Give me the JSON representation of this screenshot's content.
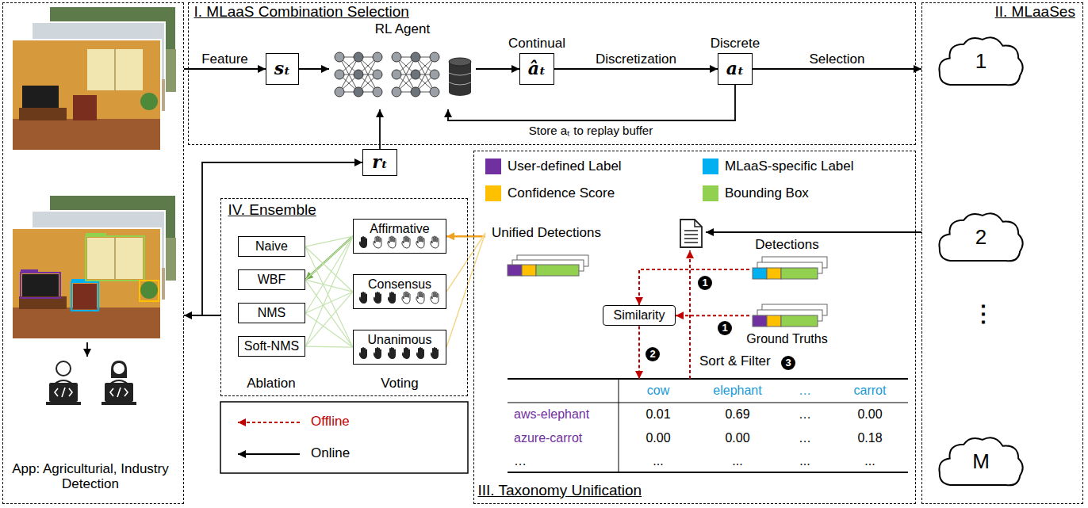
{
  "diagram": {
    "nodes": [
      {
        "text": [
          "App: Agriculturial, Industry Detection"
        ]
      },
      {
        "text": [
          "I. MLaaS Combination Selection"
        ]
      },
      {
        "text": [
          "sₜ"
        ],
        "in": 1
      },
      {
        "text": [
          "RL Agent"
        ],
        "in": 1
      },
      {
        "text": [
          "Continual",
          "âₜ"
        ],
        "in": 1
      },
      {
        "text": [
          "Discrete",
          "aₜ"
        ],
        "in": 1
      },
      {
        "text": [
          "II. MLaaSes"
        ]
      },
      {
        "text": [
          "1"
        ],
        "in": 6
      },
      {
        "text": [
          "2"
        ],
        "in": 6
      },
      {
        "text": [
          "M"
        ],
        "in": 6
      },
      {
        "text": [
          "rₜ"
        ]
      },
      {
        "text": [
          "IV. Ensemble"
        ]
      },
      {
        "text": [
          "Naive"
        ],
        "in": 11
      },
      {
        "text": [
          "WBF"
        ],
        "in": 11
      },
      {
        "text": [
          "NMS"
        ],
        "in": 11
      },
      {
        "text": [
          "Soft-NMS"
        ],
        "in": 11
      },
      {
        "text": [
          "Affirmative"
        ],
        "in": 11
      },
      {
        "text": [
          "Consensus"
        ],
        "in": 11
      },
      {
        "text": [
          "Unanimous"
        ],
        "in": 11
      },
      {
        "text": [
          "III. Taxonomy Unification"
        ]
      },
      {
        "text": [
          "Unified Detections"
        ],
        "in": 19
      },
      {
        "text": [
          "Detections"
        ],
        "in": 19
      },
      {
        "text": [
          "Similarity"
        ],
        "in": 19
      },
      {
        "text": [
          "Ground Truths"
        ],
        "in": 19
      },
      {
        "text": [
          "cow",
          "elephant",
          "…",
          "carrot",
          "aws-elephant",
          "0.01",
          "0.69",
          "…",
          "0.00",
          "azure-carrot",
          "0.00",
          "0.00",
          "…",
          "0.18",
          "…",
          "...",
          "...",
          "...",
          "..."
        ],
        "in": 19
      }
    ],
    "edges": [
      {
        "from": 0,
        "to": 2,
        "arrow": "to",
        "label": "Feature"
      },
      {
        "from": 2,
        "to": 3,
        "arrow": "to"
      },
      {
        "from": 3,
        "to": 4,
        "arrow": "to"
      },
      {
        "from": 4,
        "to": 5,
        "arrow": "to",
        "label": "Discretization"
      },
      {
        "from": 5,
        "to": 6,
        "arrow": "to",
        "label": "Selection"
      },
      {
        "from": 5,
        "to": 3,
        "arrow": "to",
        "label": "Store aₜ to replay buffer"
      },
      {
        "from": 11,
        "to": 0,
        "arrow": "to"
      },
      {
        "from": 11,
        "to": 10,
        "arrow": "to"
      },
      {
        "from": 10,
        "to": 3,
        "arrow": "to"
      },
      {
        "from": 6,
        "to": 20,
        "arrow": "to"
      },
      {
        "from": 20,
        "to": 16,
        "arrow": "to"
      },
      {
        "from": 20,
        "to": 17,
        "arrow": "none"
      },
      {
        "from": 20,
        "to": 18,
        "arrow": "none"
      },
      {
        "from": 16,
        "to": 13,
        "arrow": "to"
      },
      {
        "from": 16,
        "to": 12,
        "arrow": "none"
      },
      {
        "from": 16,
        "to": 13,
        "arrow": "none"
      },
      {
        "from": 16,
        "to": 14,
        "arrow": "none"
      },
      {
        "from": 16,
        "to": 15,
        "arrow": "none"
      },
      {
        "from": 17,
        "to": 12,
        "arrow": "none"
      },
      {
        "from": 17,
        "to": 13,
        "arrow": "none"
      },
      {
        "from": 17,
        "to": 14,
        "arrow": "none"
      },
      {
        "from": 17,
        "to": 15,
        "arrow": "none"
      },
      {
        "from": 18,
        "to": 12,
        "arrow": "none"
      },
      {
        "from": 18,
        "to": 13,
        "arrow": "none"
      },
      {
        "from": 18,
        "to": 14,
        "arrow": "none"
      },
      {
        "from": 18,
        "to": 15,
        "arrow": "none"
      },
      {
        "from": 21,
        "to": 22,
        "arrow": "to"
      },
      {
        "from": 23,
        "to": 22,
        "arrow": "to"
      },
      {
        "from": 22,
        "to": 24,
        "arrow": "to"
      },
      {
        "from": 24,
        "to": 20,
        "arrow": "to"
      }
    ],
    "labels": [
      "⋮",
      "Ablation",
      "Voting",
      "1",
      "1",
      "2",
      "3",
      "Sort & Filter"
    ],
    "legend": [
      {
        "text": "User-defined Label",
        "color": "#7030a0"
      },
      {
        "text": "MLaaS-specific Label",
        "color": "#00b0f0"
      },
      {
        "text": "Confidence Score",
        "color": "#ffc000"
      },
      {
        "text": "Bounding Box",
        "color": "#92d050"
      },
      {
        "text": "Offline"
      },
      {
        "text": "Online"
      }
    ]
  }
}
